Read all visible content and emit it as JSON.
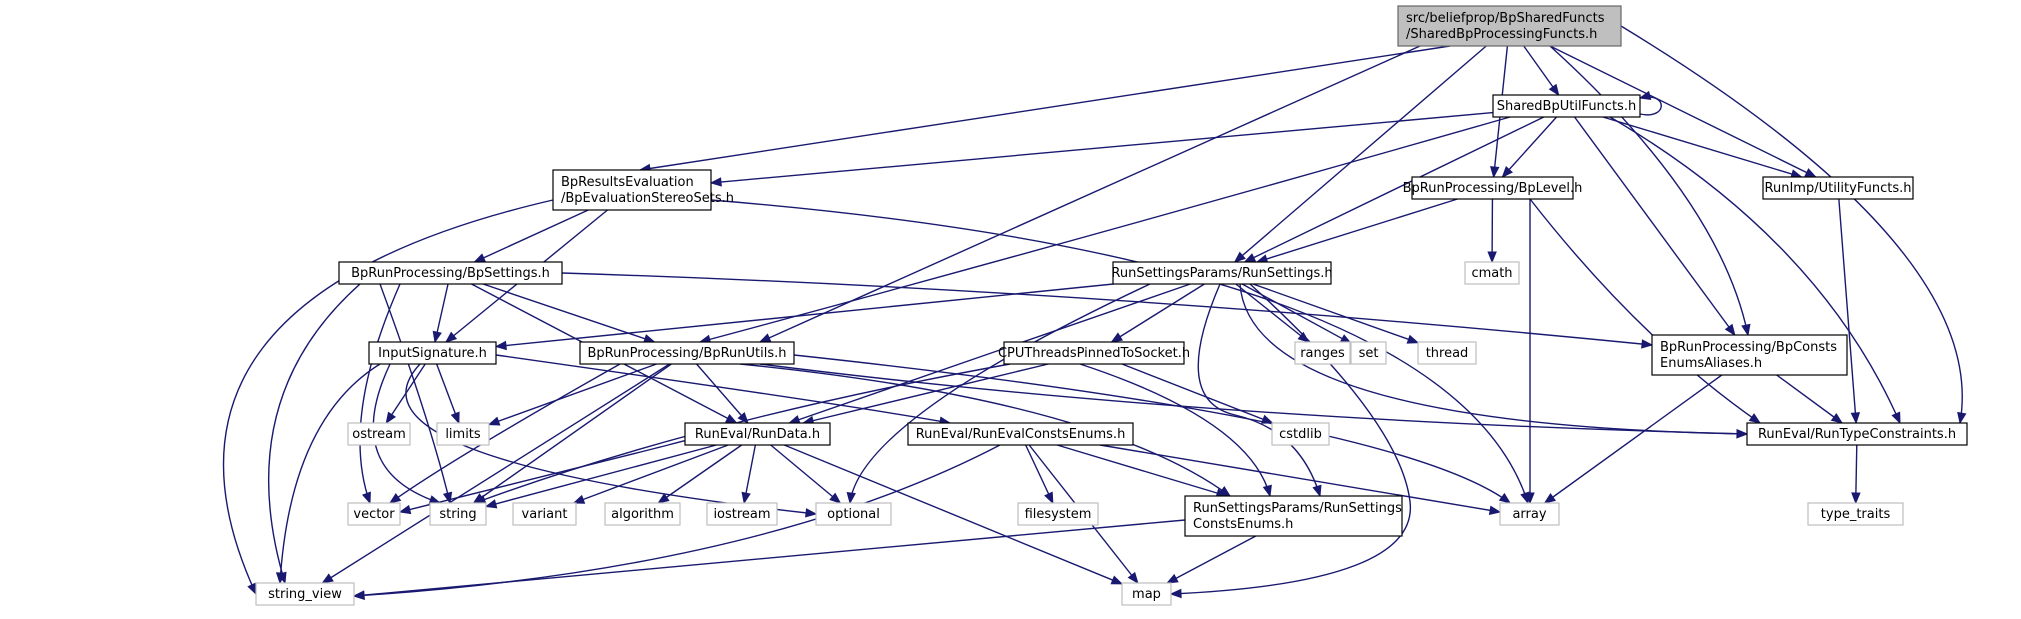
{
  "diagram": {
    "type": "include-dependency-graph",
    "colors": {
      "edge": "#191970",
      "root_fill": "#bfbfbf",
      "root_border": "#666666",
      "project_border": "#000000",
      "system_border": "#bfbfbf",
      "system_text": "#000000"
    },
    "nodes": [
      {
        "id": "root",
        "kind": "root",
        "lines": [
          "src/beliefprop/BpSharedFuncts",
          "/SharedBpProcessingFuncts.h"
        ]
      },
      {
        "id": "sbu",
        "kind": "project",
        "lines": [
          "SharedBpUtilFuncts.h"
        ]
      },
      {
        "id": "bre",
        "kind": "project",
        "lines": [
          "BpResultsEvaluation",
          "/BpEvaluationStereoSets.h"
        ]
      },
      {
        "id": "bpl",
        "kind": "project",
        "lines": [
          "BpRunProcessing/BpLevel.h"
        ]
      },
      {
        "id": "riu",
        "kind": "project",
        "lines": [
          "RunImp/UtilityFuncts.h"
        ]
      },
      {
        "id": "bps",
        "kind": "project",
        "lines": [
          "BpRunProcessing/BpSettings.h"
        ]
      },
      {
        "id": "rsp",
        "kind": "project",
        "lines": [
          "RunSettingsParams/RunSettings.h"
        ]
      },
      {
        "id": "cmath",
        "kind": "system",
        "lines": [
          "cmath"
        ]
      },
      {
        "id": "ins",
        "kind": "project",
        "lines": [
          "InputSignature.h"
        ]
      },
      {
        "id": "bru",
        "kind": "project",
        "lines": [
          "BpRunProcessing/BpRunUtils.h"
        ]
      },
      {
        "id": "cpu",
        "kind": "project",
        "lines": [
          "CPUThreadsPinnedToSocket.h"
        ]
      },
      {
        "id": "ranges",
        "kind": "system",
        "lines": [
          "ranges"
        ]
      },
      {
        "id": "set",
        "kind": "system",
        "lines": [
          "set"
        ]
      },
      {
        "id": "thread",
        "kind": "system",
        "lines": [
          "thread"
        ]
      },
      {
        "id": "bpc",
        "kind": "project",
        "lines": [
          "BpRunProcessing/BpConsts",
          "EnumsAliases.h"
        ]
      },
      {
        "id": "ostream",
        "kind": "system",
        "lines": [
          "ostream"
        ]
      },
      {
        "id": "limits",
        "kind": "system",
        "lines": [
          "limits"
        ]
      },
      {
        "id": "cstdlib",
        "kind": "system",
        "lines": [
          "cstdlib"
        ]
      },
      {
        "id": "rtc",
        "kind": "project",
        "lines": [
          "RunEval/RunTypeConstraints.h"
        ]
      },
      {
        "id": "rrd",
        "kind": "project",
        "lines": [
          "RunEval/RunData.h"
        ]
      },
      {
        "id": "rec",
        "kind": "project",
        "lines": [
          "RunEval/RunEvalConstsEnums.h"
        ]
      },
      {
        "id": "vector",
        "kind": "system",
        "lines": [
          "vector"
        ]
      },
      {
        "id": "string",
        "kind": "system",
        "lines": [
          "string"
        ]
      },
      {
        "id": "variant",
        "kind": "system",
        "lines": [
          "variant"
        ]
      },
      {
        "id": "algorithm",
        "kind": "system",
        "lines": [
          "algorithm"
        ]
      },
      {
        "id": "iostream",
        "kind": "system",
        "lines": [
          "iostream"
        ]
      },
      {
        "id": "optional",
        "kind": "system",
        "lines": [
          "optional"
        ]
      },
      {
        "id": "filesystem",
        "kind": "system",
        "lines": [
          "filesystem"
        ]
      },
      {
        "id": "rsc",
        "kind": "project",
        "lines": [
          "RunSettingsParams/RunSettings",
          "ConstsEnums.h"
        ]
      },
      {
        "id": "array",
        "kind": "system",
        "lines": [
          "array"
        ]
      },
      {
        "id": "type_traits",
        "kind": "system",
        "lines": [
          "type_traits"
        ]
      },
      {
        "id": "string_view",
        "kind": "system",
        "lines": [
          "string_view"
        ]
      },
      {
        "id": "map",
        "kind": "system",
        "lines": [
          "map"
        ]
      }
    ],
    "edges": [
      {
        "from": "root",
        "to": "sbu"
      },
      {
        "from": "root",
        "to": "bre"
      },
      {
        "from": "root",
        "to": "bpl"
      },
      {
        "from": "root",
        "to": "riu"
      },
      {
        "from": "root",
        "to": "rsp"
      },
      {
        "from": "root",
        "to": "bru"
      },
      {
        "from": "root",
        "to": "bpc"
      },
      {
        "from": "root",
        "to": "rtc"
      },
      {
        "from": "sbu",
        "to": "sbu"
      },
      {
        "from": "sbu",
        "to": "bre"
      },
      {
        "from": "sbu",
        "to": "bpl"
      },
      {
        "from": "sbu",
        "to": "riu"
      },
      {
        "from": "sbu",
        "to": "rsp"
      },
      {
        "from": "sbu",
        "to": "bru"
      },
      {
        "from": "sbu",
        "to": "bpc"
      },
      {
        "from": "sbu",
        "to": "rtc"
      },
      {
        "from": "bre",
        "to": "bps"
      },
      {
        "from": "bre",
        "to": "ins"
      },
      {
        "from": "bre",
        "to": "string_view"
      },
      {
        "from": "bre",
        "to": "array"
      },
      {
        "from": "bpl",
        "to": "rsp"
      },
      {
        "from": "bpl",
        "to": "cmath"
      },
      {
        "from": "bpl",
        "to": "array"
      },
      {
        "from": "bpl",
        "to": "rtc"
      },
      {
        "from": "riu",
        "to": "rtc"
      },
      {
        "from": "bps",
        "to": "ins"
      },
      {
        "from": "bps",
        "to": "bru"
      },
      {
        "from": "bps",
        "to": "rrd"
      },
      {
        "from": "bps",
        "to": "bpc"
      },
      {
        "from": "bps",
        "to": "string_view"
      },
      {
        "from": "bps",
        "to": "vector"
      },
      {
        "from": "bps",
        "to": "string"
      },
      {
        "from": "rsp",
        "to": "ins"
      },
      {
        "from": "rsp",
        "to": "rrd"
      },
      {
        "from": "rsp",
        "to": "cpu"
      },
      {
        "from": "rsp",
        "to": "ranges"
      },
      {
        "from": "rsp",
        "to": "set"
      },
      {
        "from": "rsp",
        "to": "thread"
      },
      {
        "from": "rsp",
        "to": "optional"
      },
      {
        "from": "rsp",
        "to": "rsc"
      },
      {
        "from": "rsp",
        "to": "map"
      },
      {
        "from": "rsp",
        "to": "rtc"
      },
      {
        "from": "ins",
        "to": "ostream"
      },
      {
        "from": "ins",
        "to": "limits"
      },
      {
        "from": "ins",
        "to": "rec"
      },
      {
        "from": "ins",
        "to": "string_view"
      },
      {
        "from": "ins",
        "to": "string"
      },
      {
        "from": "ins",
        "to": "optional"
      },
      {
        "from": "bru",
        "to": "limits"
      },
      {
        "from": "bru",
        "to": "rrd"
      },
      {
        "from": "bru",
        "to": "string"
      },
      {
        "from": "bru",
        "to": "string_view"
      },
      {
        "from": "bru",
        "to": "rsc"
      },
      {
        "from": "bru",
        "to": "array"
      },
      {
        "from": "bru",
        "to": "rtc"
      },
      {
        "from": "bru",
        "to": "vector"
      },
      {
        "from": "cpu",
        "to": "rrd"
      },
      {
        "from": "cpu",
        "to": "string"
      },
      {
        "from": "cpu",
        "to": "cstdlib"
      },
      {
        "from": "cpu",
        "to": "rsc"
      },
      {
        "from": "bpc",
        "to": "rtc"
      },
      {
        "from": "bpc",
        "to": "array"
      },
      {
        "from": "rtc",
        "to": "type_traits"
      },
      {
        "from": "rrd",
        "to": "vector"
      },
      {
        "from": "rrd",
        "to": "string"
      },
      {
        "from": "rrd",
        "to": "variant"
      },
      {
        "from": "rrd",
        "to": "algorithm"
      },
      {
        "from": "rrd",
        "to": "iostream"
      },
      {
        "from": "rrd",
        "to": "optional"
      },
      {
        "from": "rrd",
        "to": "map"
      },
      {
        "from": "rec",
        "to": "filesystem"
      },
      {
        "from": "rec",
        "to": "map"
      },
      {
        "from": "rec",
        "to": "rsc"
      },
      {
        "from": "rec",
        "to": "array"
      },
      {
        "from": "rec",
        "to": "string_view"
      },
      {
        "from": "rsc",
        "to": "string_view"
      },
      {
        "from": "rsc",
        "to": "map"
      }
    ]
  }
}
